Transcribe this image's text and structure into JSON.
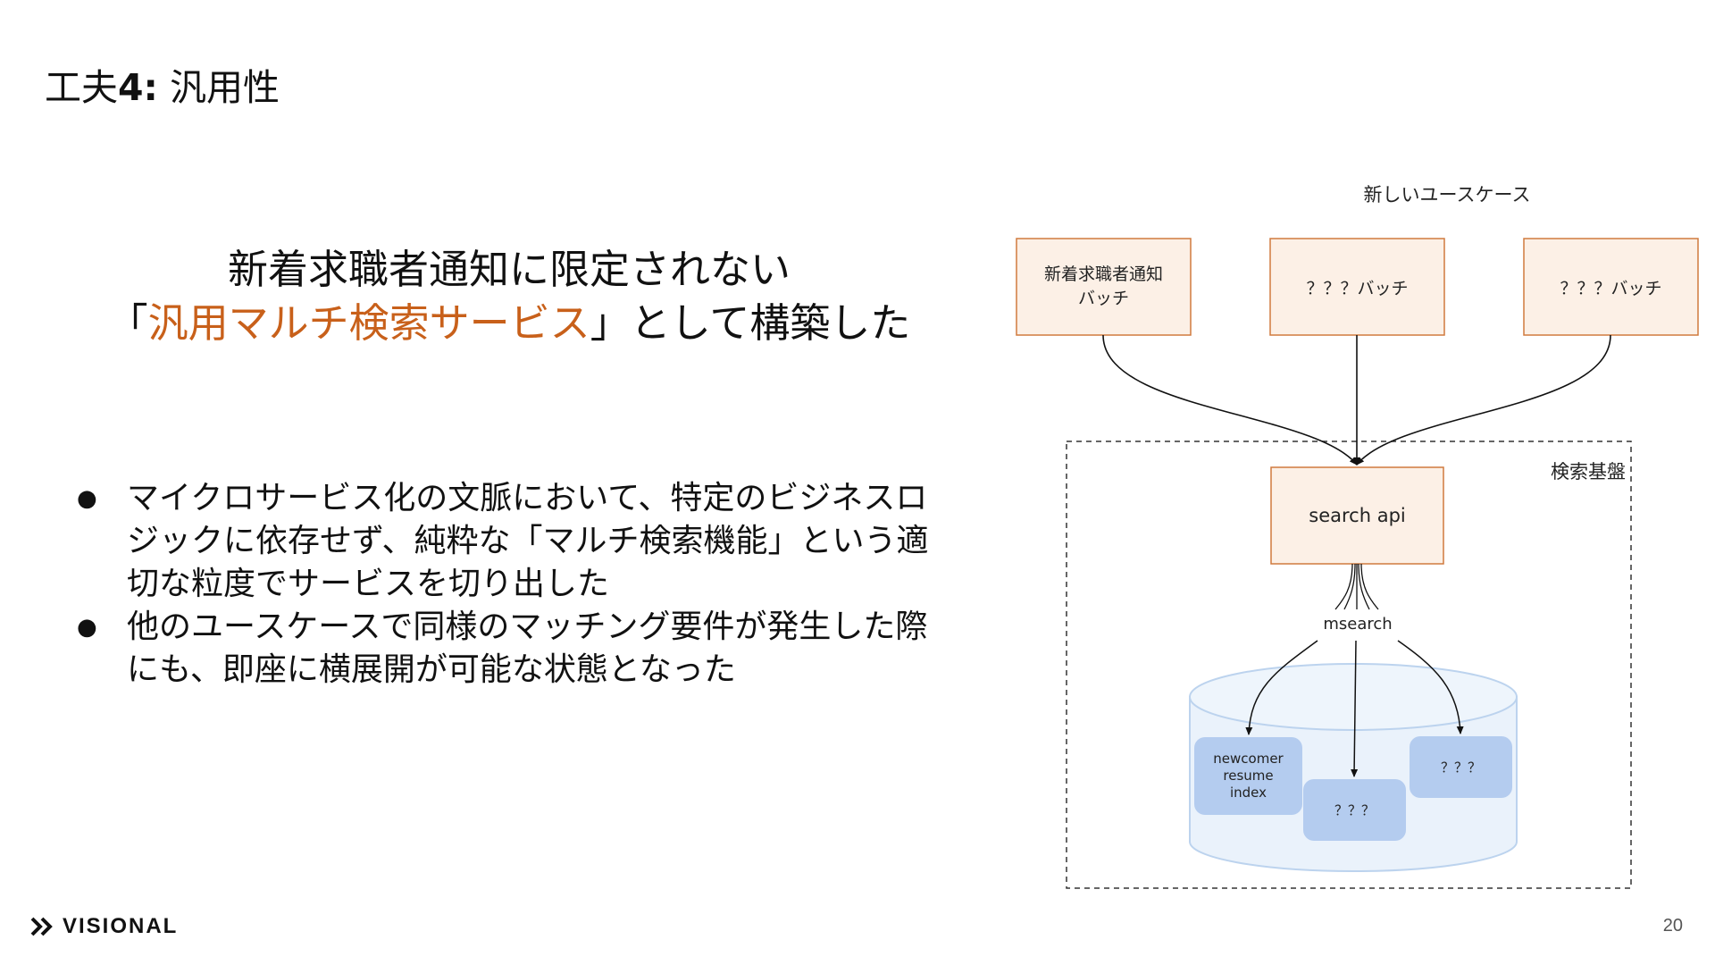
{
  "slide": {
    "title_prefix": "工夫",
    "title_strong": "4:",
    "title_suffix": " 汎用性",
    "headline_line1": "新着求職者通知に限定されない",
    "headline_open_bracket": "「",
    "headline_accent": "汎用マルチ検索サービス",
    "headline_rest": "」として構築した",
    "accent_color": "#c8601a",
    "bullets": [
      {
        "text": "マイクロサービス化の文脈において、特定のビジネスロジックに依存せず、純粋な「マルチ検索機能」という適切な粒度でサービスを切り出した"
      },
      {
        "text": "他のユースケースで同様のマッチング要件が発生した際にも、即座に横展開が可能な状態となった"
      }
    ],
    "bullet_glyph": "●"
  },
  "diagram": {
    "use_cases_label": "新しいユースケース",
    "platform_label": "検索基盤",
    "batch_boxes": [
      {
        "label_line1": "新着求職者通知",
        "label_line2": "バッチ"
      },
      {
        "label_line1": "？？？バッチ",
        "label_line2": ""
      },
      {
        "label_line1": "？？？バッチ",
        "label_line2": ""
      }
    ],
    "api_label": "search api",
    "msearch_label": "msearch",
    "indexes": [
      {
        "label": "newcomer\nresume\nindex"
      },
      {
        "label": "？？？"
      },
      {
        "label": "？？？"
      }
    ],
    "colors": {
      "box_fill": "#fcf0e6",
      "box_border": "#d07a3e",
      "db_fill": "#eaf2fb",
      "db_border": "#bcd3ee",
      "index_fill": "#b4ccef"
    }
  },
  "footer": {
    "logo_text": "VISIONAL",
    "logo_icon": "double-chevron-icon",
    "page_number": "20"
  }
}
